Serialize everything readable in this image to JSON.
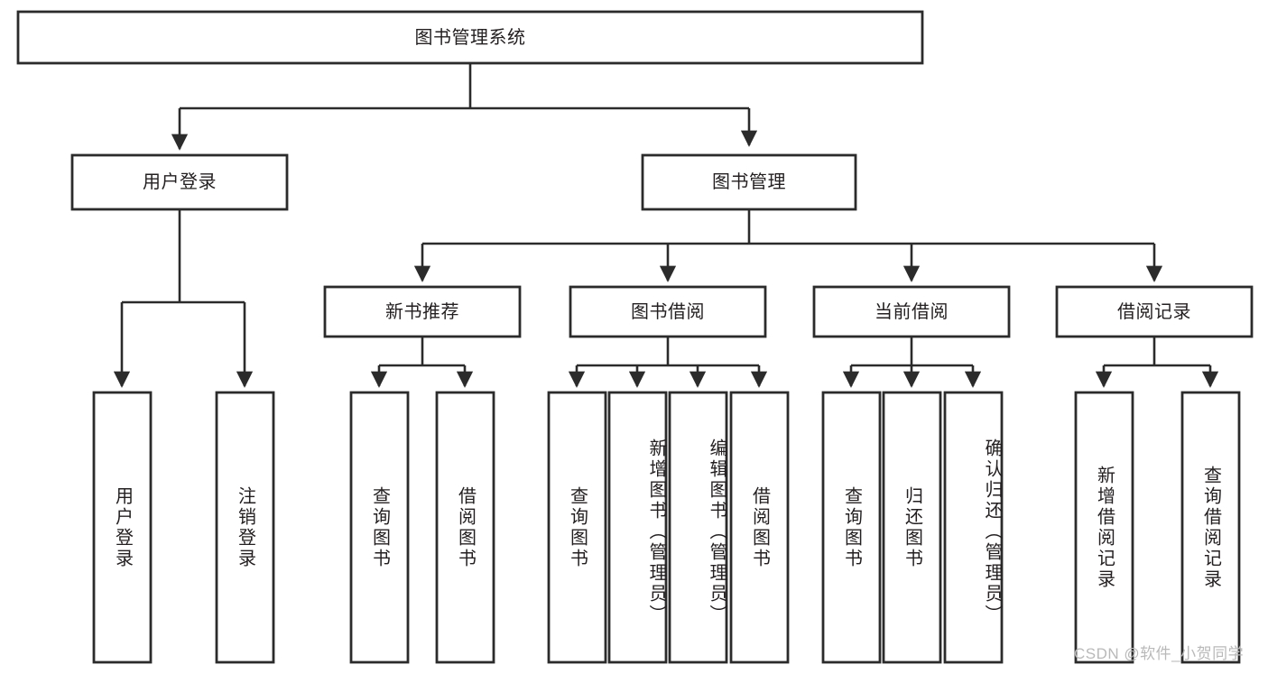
{
  "diagram": {
    "type": "tree-hierarchy-chart",
    "title": "图书管理系统",
    "stroke_color": "#2b2b2b",
    "fill_color": "#ffffff",
    "text_color": "#231f20",
    "levels": {
      "root": {
        "label": "图书管理系统"
      },
      "level1": [
        {
          "label": "用户登录"
        },
        {
          "label": "图书管理"
        }
      ],
      "level2": [
        {
          "label": "新书推荐"
        },
        {
          "label": "图书借阅"
        },
        {
          "label": "当前借阅"
        },
        {
          "label": "借阅记录"
        }
      ],
      "leaves": {
        "user_login": [
          {
            "label": "用户登录"
          },
          {
            "label": "注销登录"
          }
        ],
        "new_book_recommend": [
          {
            "label": "查询图书"
          },
          {
            "label": "借阅图书"
          }
        ],
        "book_borrow": [
          {
            "label": "查询图书"
          },
          {
            "label": "新增图书（管理员）"
          },
          {
            "label": "编辑图书（管理员）"
          },
          {
            "label": "借阅图书"
          }
        ],
        "current_borrow": [
          {
            "label": "查询图书"
          },
          {
            "label": "归还图书"
          },
          {
            "label": "确认归还（管理员）"
          }
        ],
        "borrow_record": [
          {
            "label": "新增借阅记录"
          },
          {
            "label": "查询借阅记录"
          }
        ]
      }
    }
  },
  "watermark": {
    "text": "CSDN @软件_小贺同学"
  }
}
